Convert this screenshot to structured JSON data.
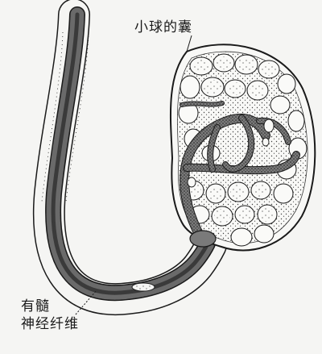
{
  "labels": {
    "capsule": "小球的囊",
    "nerve_fiber_line1": "有髓",
    "nerve_fiber_line2": "神经纤维"
  },
  "colors": {
    "background": "#f5f5f3",
    "ink": "#1a1a1a",
    "myelin_sheath": "#6a6a6a",
    "capsule_fill": "#f8f8f6"
  }
}
